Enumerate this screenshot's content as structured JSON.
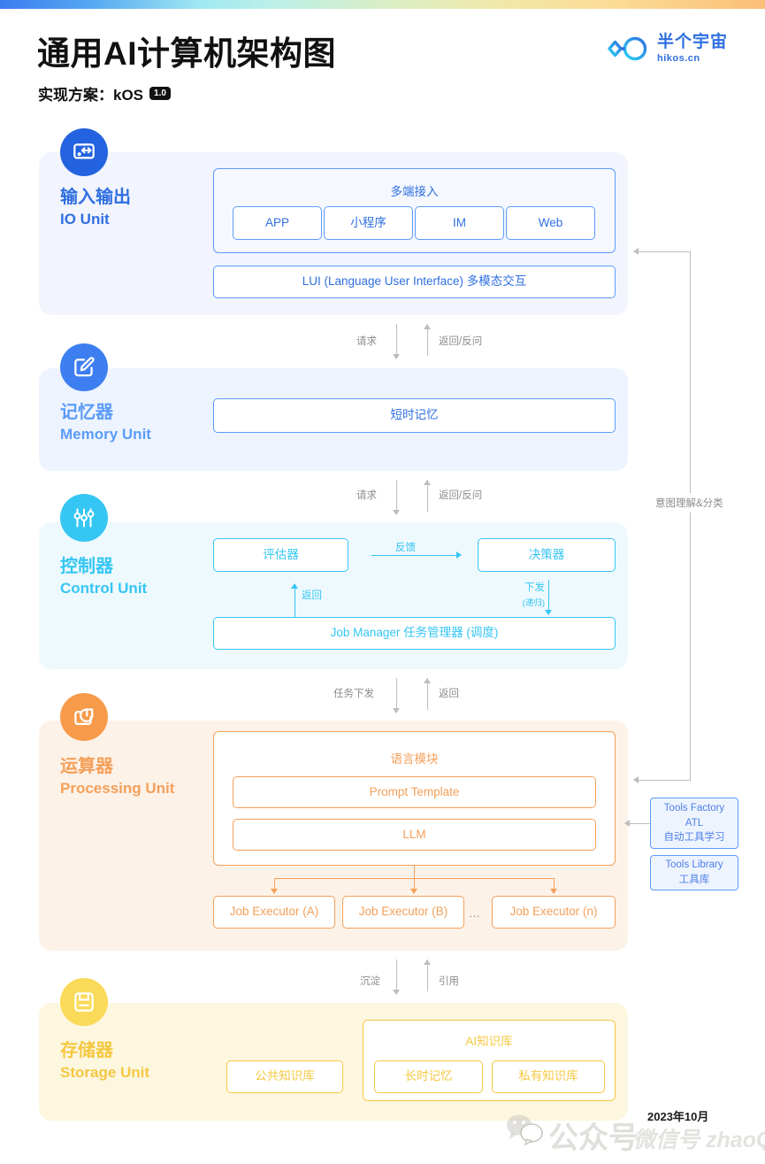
{
  "header": {
    "title": "通用AI计算机架构图",
    "subtitle_prefix": "实现方案：kOS",
    "version_badge": "1.0",
    "logo_cn": "半个宇宙",
    "logo_en": "hikos.cn"
  },
  "colors": {
    "io": "#2f6fe0",
    "memory": "#5b9cf8",
    "control": "#35c6f4",
    "processing": "#f4a05a",
    "storage": "#f5c842",
    "arrow_gray": "#8c8c8c"
  },
  "units": {
    "io": {
      "name_cn": "输入输出",
      "name_en": "IO Unit",
      "icon": "io-exchange-icon",
      "group_title": "多端接入",
      "channels": [
        "APP",
        "小程序",
        "IM",
        "Web"
      ],
      "lui_box": "LUI (Language User Interface) 多模态交互"
    },
    "memory": {
      "name_cn": "记忆器",
      "name_en": "Memory Unit",
      "icon": "memory-edit-icon",
      "boxes": [
        "短时记忆"
      ]
    },
    "control": {
      "name_cn": "控制器",
      "name_en": "Control Unit",
      "icon": "sliders-icon",
      "evaluator": "评估器",
      "decider": "决策器",
      "feedback_label": "反馈",
      "return_label": "返回",
      "dispatch_label": "下发",
      "dispatch_sub": "(递归)",
      "job_manager": "Job Manager 任务管理器 (调度)"
    },
    "processing": {
      "name_cn": "运算器",
      "name_en": "Processing Unit",
      "icon": "processing-refresh-icon",
      "group_title": "语言模块",
      "modules": [
        "Prompt Template",
        "LLM"
      ],
      "executors": [
        "Job Executor (A)",
        "Job Executor (B)",
        "Job Executor (n)"
      ],
      "executor_ellipsis": "…"
    },
    "storage": {
      "name_cn": "存储器",
      "name_en": "Storage Unit",
      "icon": "floppy-disk-icon",
      "public_kb": "公共知识库",
      "ai_kb_title": "AI知识库",
      "ai_kb_boxes": [
        "长时记忆",
        "私有知识库"
      ]
    }
  },
  "connectors": {
    "io_to_memory": {
      "down": "请求",
      "up": "返回/反问"
    },
    "memory_to_control": {
      "down": "请求",
      "up": "返回/反问"
    },
    "control_to_processing": {
      "down": "任务下发",
      "up": "返回"
    },
    "processing_to_storage": {
      "down": "沉淀",
      "up": "引用"
    },
    "right_loop_label": "意图理解&分类"
  },
  "tools": [
    {
      "line1": "Tools Factory",
      "line2": "ATL",
      "line3": "自动工具学习"
    },
    {
      "line1": "Tools Library",
      "line2": "工具库",
      "line3": ""
    }
  ],
  "footer": {
    "date": "2023年10月",
    "watermark": "公众号",
    "watermark2": "微信号 zhaoQyou"
  }
}
